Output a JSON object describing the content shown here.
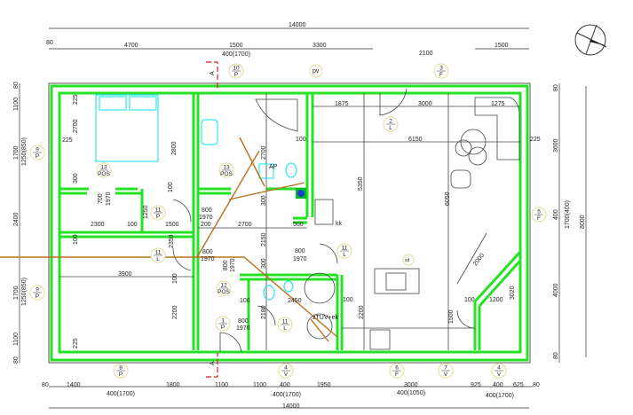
{
  "colors": {
    "walls": "#24e224",
    "fixtures": "#2ee6ec",
    "pipes": "#b8721e",
    "section": "#d42020",
    "tag_ring": "#e8e2a8"
  },
  "dims": [
    "14000",
    "80",
    "4700",
    "1500",
    "400(1700)",
    "3300",
    "2100",
    "1500",
    "80",
    "1400",
    "400(1700)",
    "1800",
    "1100",
    "1100",
    "400",
    "400(1700)",
    "1950",
    "3000",
    "400(1050)",
    "925",
    "400",
    "400(1700)",
    "625",
    "80",
    "14000",
    "80",
    "1100",
    "1700",
    "1250(850)",
    "2400",
    "1700",
    "1250(850)",
    "1100",
    "80",
    "80",
    "3600",
    "400",
    "1700(400)",
    "8000",
    "4000",
    "80",
    "225",
    "2700",
    "225",
    "300",
    "2800",
    "100",
    "1250",
    "800",
    "1970",
    "200",
    "2700",
    "500",
    "2300",
    "100",
    "1500",
    "2700",
    "300",
    "2150",
    "300",
    "800",
    "1970",
    "2350",
    "800",
    "1970",
    "100",
    "3900",
    "2200",
    "225",
    "800",
    "1970",
    "2180",
    "100",
    "2450",
    "100",
    "100",
    "1875",
    "3000",
    "1275",
    "6150",
    "225",
    "5350",
    "6050",
    "2200",
    "100",
    "1200",
    "3020",
    "1500",
    "2000",
    "700",
    "1970",
    "800",
    "1970",
    "100"
  ],
  "tags": [
    {
      "top": "10",
      "bottom": "P"
    },
    {
      "top": "3",
      "bottom": "F"
    },
    {
      "top": "2",
      "bottom": "L"
    },
    {
      "top": "9",
      "bottom": "P"
    },
    {
      "top": "13",
      "bottom": "POS"
    },
    {
      "top": "13",
      "bottom": "POS"
    },
    {
      "top": "11",
      "bottom": "P"
    },
    {
      "top": "11",
      "bottom": "L"
    },
    {
      "top": "5",
      "bottom": "F"
    },
    {
      "top": "12",
      "bottom": "POS"
    },
    {
      "top": "1",
      "bottom": "P"
    },
    {
      "top": "11",
      "bottom": "L"
    },
    {
      "top": "11",
      "bottom": "L"
    },
    {
      "top": "9",
      "bottom": "P"
    },
    {
      "top": "8",
      "bottom": "P"
    },
    {
      "top": "4",
      "bottom": "V"
    },
    {
      "top": "6",
      "bottom": "F"
    },
    {
      "top": "7",
      "bottom": "V"
    },
    {
      "top": "4",
      "bottom": "V"
    }
  ],
  "labels": {
    "pv": "pv",
    "kk": "kk",
    "ap": "AP",
    "ztuv": "zTUV+ek",
    "sd": "sd",
    "section_top": "A",
    "section_bottom": "A"
  },
  "icons": {
    "north": "compass-north-arrow"
  }
}
